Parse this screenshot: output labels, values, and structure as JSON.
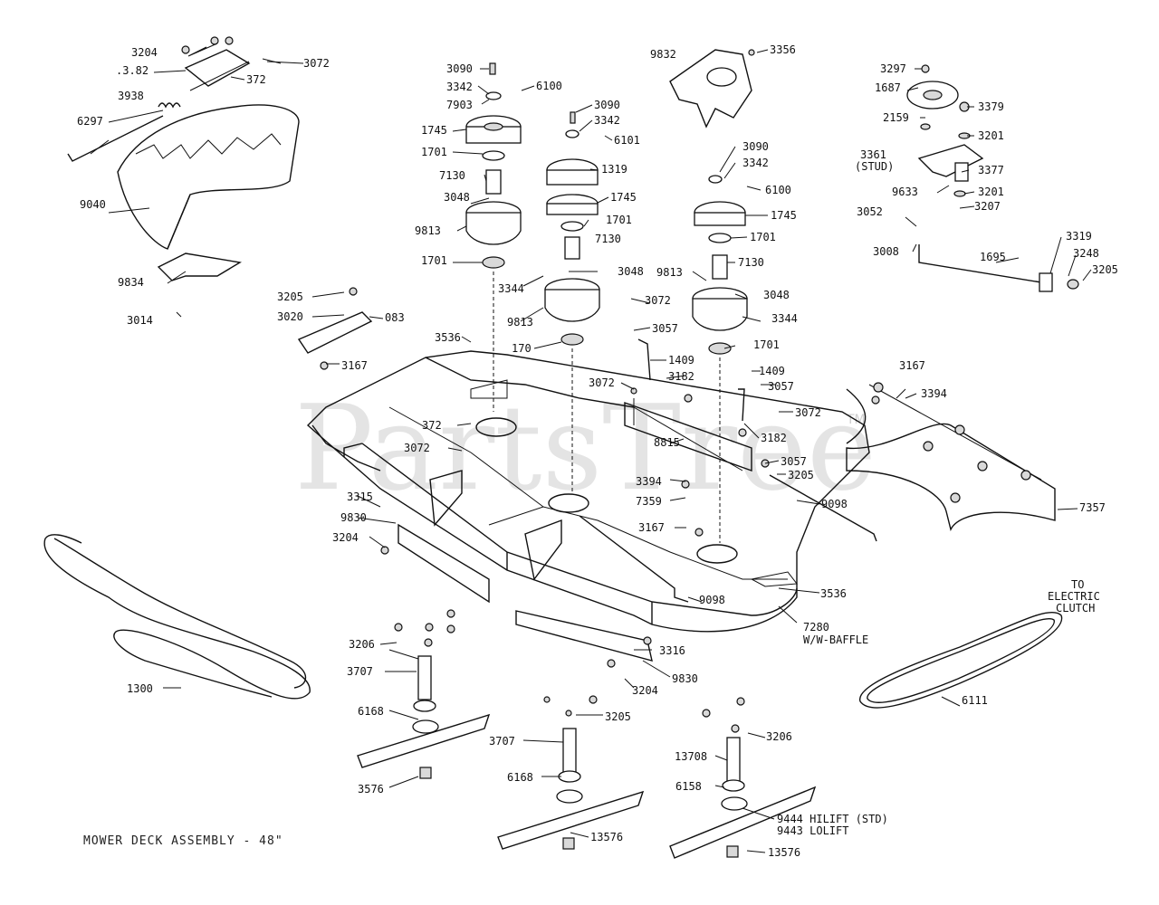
{
  "watermark": "PartsTree",
  "watermark_tm": "TM",
  "caption": "MOWER DECK ASSEMBLY - 48\"",
  "labels": {
    "l3204a": "3204",
    "l13182": ".3.82",
    "l3072a": "3072",
    "l372a": "372",
    "l3938": "3938",
    "l6297": "6297",
    "l9040": "9040",
    "l9834": "9834",
    "l3014": "3014",
    "l3090a": "3090",
    "l3342a": "3342",
    "l6100a": "6100",
    "l7903": "7903",
    "l1745a": "1745",
    "l1701a": "1701",
    "l7130a": "7130",
    "l3048a": "3048",
    "l9813a": "9813",
    "l1701b": "1701",
    "l3090b": "3090",
    "l3342b": "3342",
    "l6101": "6101",
    "l1319": "1319",
    "l1745b": "1745",
    "l1701c": "1701",
    "l7130b": "7130",
    "l3048b": "3048",
    "l3344a": "3344",
    "l9813b": "9813",
    "l170": "170",
    "l9832": "9832",
    "l3356": "3356",
    "l3090c": "3090",
    "l3342c": "3342",
    "l6100b": "6100",
    "l1745c": "1745",
    "l1701d": "1701",
    "l7130c": "7130",
    "l9813c": "9813",
    "l3048c": "3048",
    "l3344b": "3344",
    "l1701e": "1701",
    "l3297": "3297",
    "l1687": "1687",
    "l3379": "3379",
    "l2159": "2159",
    "l3201a": "3201",
    "l3361": "3361",
    "lstud": "(STUD)",
    "l3377": "3377",
    "l9633": "9633",
    "l3201b": "3201",
    "l3207": "3207",
    "l3052": "3052",
    "l3008": "3008",
    "l1695": "1695",
    "l3319a": "3319",
    "l3248": "3248",
    "l3205a": "3205",
    "l3205b": "3205",
    "l3020": "3020",
    "l083": "083",
    "l3167a": "3167",
    "l3536a": "3536",
    "l372b": "372",
    "l3072b": "3072",
    "l3057a": "3057",
    "l1409a": "1409",
    "l3072c": "3072",
    "l3182a": "3182",
    "l8815": "8815",
    "l1409b": "1409",
    "l3057b": "3057",
    "l3072d": "3072",
    "l3182b": "3182",
    "l3057c": "3057",
    "l3205c": "3205",
    "l3072e": "3072",
    "l3315": "3315",
    "l9830a": "9830",
    "l3204b": "3204",
    "l3394a": "3394",
    "l7359": "7359",
    "l3167b": "3167",
    "l9098a": "9098",
    "l3167c": "3167",
    "l3394b": "3394",
    "l7357": "7357",
    "l9098b": "9098",
    "l3536b": "3536",
    "l7280": "7280",
    "lbaffle": "W/W-BAFFLE",
    "l3206a": "3206",
    "l3316": "3316",
    "l9830b": "9830",
    "l3204c": "3204",
    "l3707a": "3707",
    "l1300": "1300",
    "l6168a": "6168",
    "l3576": "3576",
    "l3205d": "3205",
    "l3707b": "3707",
    "l6168b": "6168",
    "l13576a": "13576",
    "l3206b": "3206",
    "l13708": "13708",
    "l6158": "6158",
    "l9444": "9444 HILIFT (STD)",
    "l9443": "9443 LOLIFT",
    "l13576b": "13576",
    "lto": "TO",
    "lelec": "ELECTRIC",
    "lclutch": "CLUTCH",
    "l6111": "6111"
  }
}
